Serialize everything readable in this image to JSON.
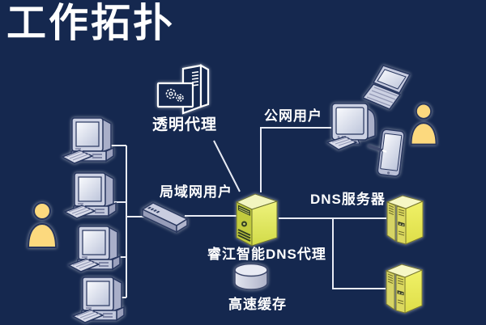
{
  "title": "工作拓扑",
  "diagram": {
    "nodes": {
      "transparent_proxy": {
        "label": "透明代理",
        "icon": "proxy-server-outline-icon"
      },
      "public_users": {
        "label": "公网用户",
        "icons": [
          "laptop-icon",
          "desktop-computer-icon",
          "tablet-icon",
          "user-icon"
        ]
      },
      "lan_users": {
        "label": "局域网用户",
        "computer_count": 4,
        "icons": [
          "desktop-computer-icon",
          "user-icon",
          "network-switch-icon"
        ]
      },
      "dns_proxy": {
        "label": "睿江智能DNS代理",
        "icon": "server-tower-icon"
      },
      "dns_servers": {
        "label": "DNS服务器",
        "server_count": 2,
        "icon": "server-tower-icon"
      },
      "cache": {
        "label": "高速缓存",
        "icon": "database-cylinder-icon"
      }
    },
    "connections": [
      "lan_users (4 computers) → switch",
      "switch → dns_proxy",
      "transparent_proxy → dns_proxy",
      "public_users → dns_proxy",
      "dns_proxy → dns_server_1",
      "dns_proxy → dns_server_2"
    ]
  },
  "colors": {
    "background": "#15284f",
    "text": "#ffffff",
    "connection_line": "#e8ebf4",
    "user_fill": "#fcd97e",
    "computer_fill": "#ccd1e3",
    "proxy_server_fill": "#d8e054",
    "dns_server_fill": "#dcd95f",
    "cache_fill": "#c5c8da"
  }
}
